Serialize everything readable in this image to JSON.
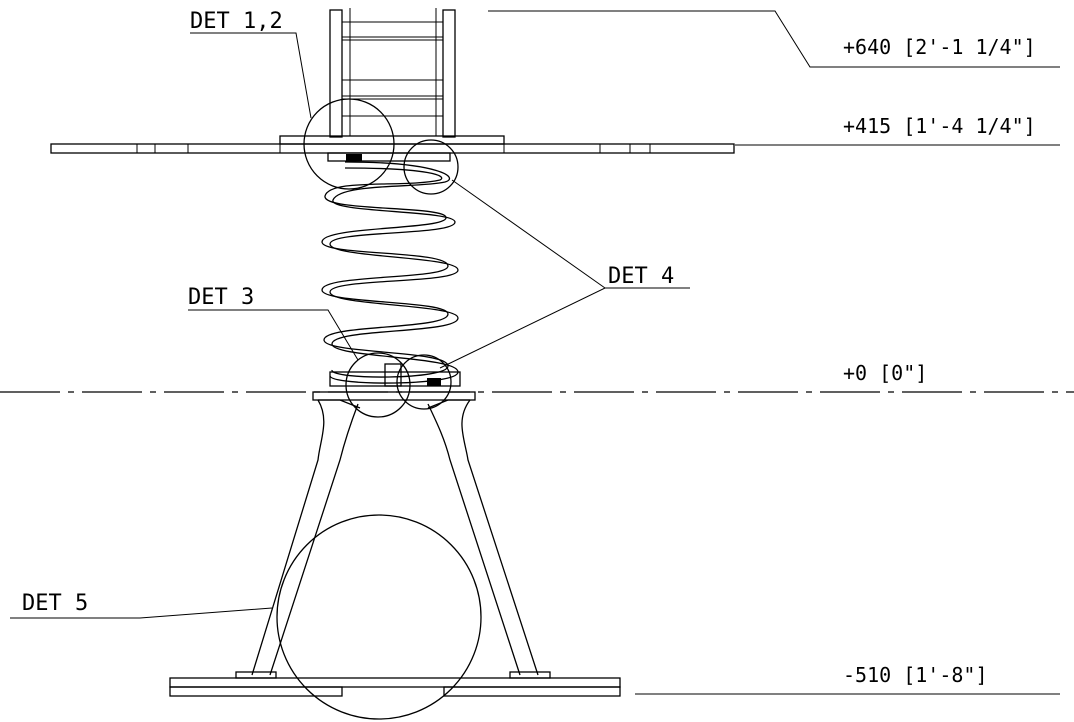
{
  "detail_labels": {
    "det12": "DET 1,2",
    "det3": "DET 3",
    "det4": "DET 4",
    "det5": "DET 5"
  },
  "elevations": {
    "top": "+640 [2'-1 1/4\"]",
    "platform": "+415 [1'-4 1/4\"]",
    "ground": "+0 [0\"]",
    "base": "-510 [1'-8\"]"
  }
}
